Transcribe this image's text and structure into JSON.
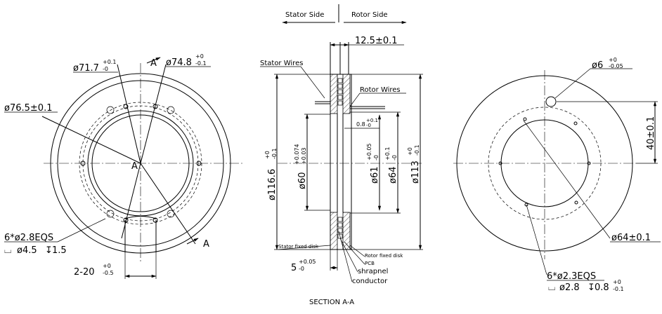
{
  "header": {
    "stator_side": "Stator Side",
    "rotor_side": "Rotor Side"
  },
  "left_view": {
    "section_mark": "A",
    "center_mark": "A",
    "d_inner_pcd": "ø71.7",
    "d_inner_pcd_tol_up": "+0.1",
    "d_inner_pcd_tol_dn": "-0",
    "d_outer_pcd": "ø74.8",
    "d_outer_pcd_tol_up": "+0",
    "d_outer_pcd_tol_dn": "-0.1",
    "d_outer": "ø76.5±0.1",
    "holes": "6*ø2.8EQS",
    "counterbore_symbol": "⌴",
    "counterbore": "ø4.5",
    "depth_symbol": "↧",
    "counterbore_depth": "1.5",
    "slot": "2-20",
    "slot_tol_up": "+0",
    "slot_tol_dn": "-0.5"
  },
  "section_view": {
    "width_dim": "12.5±0.1",
    "stator_wires": "Stator Wires",
    "rotor_wires": "Rotor Wires",
    "small_dim": "0.8",
    "small_dim_tol_up": "+0.1",
    "small_dim_tol_dn": "-0",
    "d116": "ø116.6",
    "d116_tol_up": "+0",
    "d116_tol_dn": "-0.1",
    "d60": "ø60",
    "d60_tol_up": "+0.074",
    "d60_tol_dn": "+0.03",
    "d61": "ø61",
    "d61_tol_up": "+0.05",
    "d61_tol_dn": "-0",
    "d64": "ø64",
    "d64_tol_up": "+0.1",
    "d64_tol_dn": "-0",
    "d113": "ø113",
    "d113_tol_up": "+0",
    "d113_tol_dn": "-0.1",
    "stator_fixed_disk": "Stator fixed disk",
    "rotor_fixed_disk": "Rotor fixed disk",
    "pcb": "PCB",
    "shrapnel": "shrapnel",
    "conductor": "conductor",
    "bottom_dim": "5",
    "bottom_dim_tol_up": "+0.05",
    "bottom_dim_tol_dn": "-0",
    "section_title": "SECTION A-A"
  },
  "right_view": {
    "pin_hole": "ø6",
    "pin_hole_tol_up": "+0",
    "pin_hole_tol_dn": "-0.05",
    "offset": "40±0.1",
    "d_bore": "ø64±0.1",
    "holes": "6*ø2.3EQS",
    "counterbore_symbol": "⌴",
    "counterbore": "ø2.8",
    "depth_symbol": "↧",
    "counterbore_depth": "0.8",
    "counterbore_depth_tol_up": "+0",
    "counterbore_depth_tol_dn": "-0.1"
  }
}
